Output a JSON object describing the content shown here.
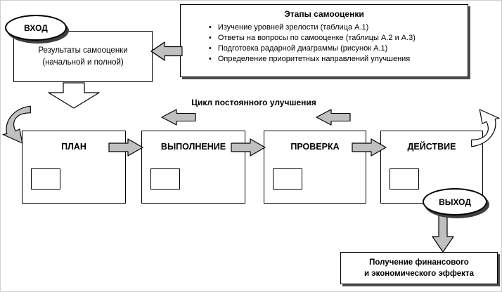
{
  "diagram": {
    "input": {
      "label": "ВХОД"
    },
    "results_box": {
      "text": "Результаты самооценки\n(начальной и полной)"
    },
    "stages_box": {
      "title": "Этапы самооценки",
      "items": [
        "Изучение уровней зрелости (таблица А.1)",
        "Ответы на вопросы по самооценке (таблицы А.2 и А.3)",
        "Подготовка радарной диаграммы (рисунок А.1)",
        "Определение приоритетных направлений улучшения"
      ]
    },
    "cycle_label": "Цикл постоянного улучшения",
    "pdca_boxes": [
      {
        "label": "ПЛАН"
      },
      {
        "label": "ВЫПОЛНЕНИЕ"
      },
      {
        "label": "ПРОВЕРКА"
      },
      {
        "label": "ДЕЙСТВИЕ"
      }
    ],
    "output": {
      "label": "ВЫХОД"
    },
    "effect_box": {
      "text": "Получение финансового\nи экономического эффекта"
    },
    "colors": {
      "arrow_fill": "#c0c0c0",
      "border": "#000000",
      "shadow": "#4d4d4d",
      "background": "#ffffff"
    }
  }
}
